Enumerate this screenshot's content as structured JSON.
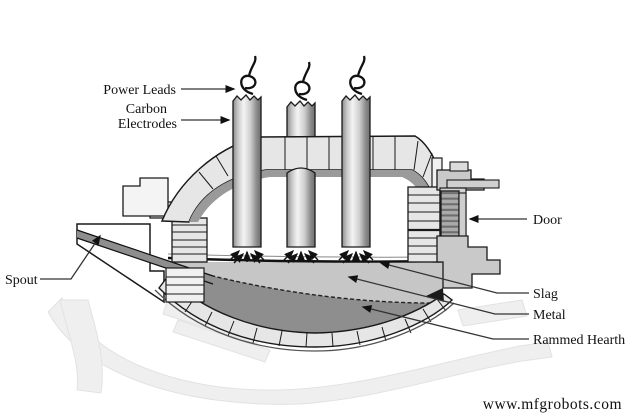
{
  "figure": {
    "labels": {
      "power_leads": "Power Leads",
      "carbon_electrodes_line1": "Carbon",
      "carbon_electrodes_line2": "Electrodes",
      "spout": "Spout",
      "door": "Door",
      "slag": "Slag",
      "metal": "Metal",
      "rammed_hearth": "Rammed Hearth"
    },
    "electrode_count": 3,
    "watermark": "www.mfgrobots.com",
    "colors": {
      "outline": "#1a1a1a",
      "brick": "#e6e6e6",
      "arch_underside": "#9a9a9a",
      "slag": "#c6c6c6",
      "metal": "#8e8e8e",
      "door": "#aaaaaa",
      "door_stripe": "#6e6e6e",
      "casing": "#c9c9c9",
      "ghost": "#efefef"
    }
  }
}
